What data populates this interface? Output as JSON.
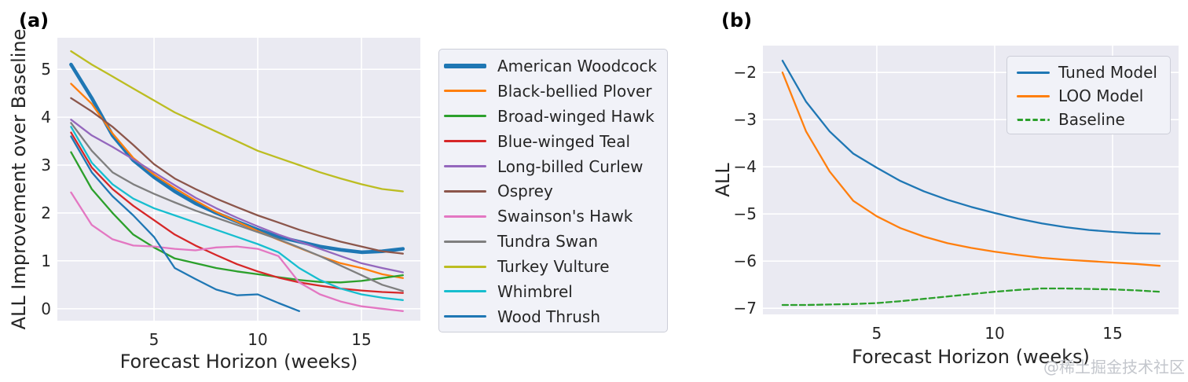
{
  "watermark": "@稀土掘金技术社区",
  "chart_data": [
    {
      "type": "line",
      "panel_label": "(a)",
      "xlabel": "Forecast Horizon (weeks)",
      "ylabel": "ALL Improvement over Baseline",
      "x": [
        1,
        2,
        3,
        4,
        5,
        6,
        7,
        8,
        9,
        10,
        11,
        12,
        13,
        14,
        15,
        16,
        17
      ],
      "xlim": [
        0.34,
        17.84
      ],
      "ylim": [
        -0.25,
        5.66
      ],
      "xticks": [
        {
          "v": 5,
          "label": "5"
        },
        {
          "v": 10,
          "label": "10"
        },
        {
          "v": 15,
          "label": "15"
        }
      ],
      "yticks": [
        {
          "v": 0,
          "label": "0"
        },
        {
          "v": 1,
          "label": "1"
        },
        {
          "v": 2,
          "label": "2"
        },
        {
          "v": 3,
          "label": "3"
        },
        {
          "v": 4,
          "label": "4"
        },
        {
          "v": 5,
          "label": "5"
        }
      ],
      "grid": true,
      "background": "#eaeaf2",
      "legend_position": "right-outside",
      "series": [
        {
          "name": "American Woodcock",
          "color": "#1f77b4",
          "width": 4.6,
          "values": [
            5.1,
            4.4,
            3.62,
            3.1,
            2.75,
            2.45,
            2.2,
            2.0,
            1.82,
            1.65,
            1.5,
            1.4,
            1.3,
            1.23,
            1.18,
            1.2,
            1.25
          ]
        },
        {
          "name": "Black-bellied Plover",
          "color": "#ff7f0e",
          "width": 2.3,
          "values": [
            4.7,
            4.28,
            3.66,
            3.15,
            2.8,
            2.52,
            2.26,
            2.02,
            1.82,
            1.62,
            1.44,
            1.27,
            1.1,
            0.95,
            0.85,
            0.72,
            0.64
          ]
        },
        {
          "name": "Broad-winged Hawk",
          "color": "#2ca02c",
          "width": 2.3,
          "values": [
            3.27,
            2.5,
            2.0,
            1.55,
            1.28,
            1.05,
            0.95,
            0.85,
            0.78,
            0.72,
            0.66,
            0.6,
            0.56,
            0.55,
            0.58,
            0.64,
            0.7
          ]
        },
        {
          "name": "Blue-winged Teal",
          "color": "#d62728",
          "width": 2.3,
          "values": [
            3.68,
            2.95,
            2.5,
            2.15,
            1.85,
            1.55,
            1.32,
            1.12,
            0.93,
            0.78,
            0.65,
            0.55,
            0.48,
            0.42,
            0.38,
            0.35,
            0.33
          ]
        },
        {
          "name": "Long-billed Curlew",
          "color": "#9467bd",
          "width": 2.3,
          "values": [
            3.95,
            3.62,
            3.38,
            3.12,
            2.85,
            2.58,
            2.32,
            2.1,
            1.9,
            1.72,
            1.55,
            1.4,
            1.25,
            1.1,
            0.95,
            0.85,
            0.76
          ]
        },
        {
          "name": "Osprey",
          "color": "#8c564b",
          "width": 2.3,
          "values": [
            4.4,
            4.12,
            3.8,
            3.42,
            3.02,
            2.72,
            2.5,
            2.3,
            2.12,
            1.95,
            1.8,
            1.65,
            1.52,
            1.4,
            1.3,
            1.2,
            1.15
          ]
        },
        {
          "name": "Swainson's Hawk",
          "color": "#e377c2",
          "width": 2.3,
          "values": [
            2.43,
            1.75,
            1.45,
            1.32,
            1.3,
            1.25,
            1.22,
            1.28,
            1.3,
            1.25,
            1.1,
            0.55,
            0.3,
            0.15,
            0.05,
            0.0,
            -0.05
          ]
        },
        {
          "name": "Tundra Swan",
          "color": "#7f7f7f",
          "width": 2.3,
          "values": [
            3.88,
            3.3,
            2.85,
            2.6,
            2.4,
            2.22,
            2.05,
            1.9,
            1.75,
            1.6,
            1.45,
            1.28,
            1.1,
            0.9,
            0.7,
            0.5,
            0.37
          ]
        },
        {
          "name": "Turkey Vulture",
          "color": "#bcbd22",
          "width": 2.3,
          "values": [
            5.38,
            5.1,
            4.85,
            4.6,
            4.35,
            4.1,
            3.9,
            3.7,
            3.5,
            3.3,
            3.15,
            3.0,
            2.85,
            2.72,
            2.6,
            2.5,
            2.45
          ]
        },
        {
          "name": "Whimbrel",
          "color": "#17becf",
          "width": 2.3,
          "values": [
            3.8,
            3.05,
            2.6,
            2.3,
            2.1,
            1.95,
            1.8,
            1.65,
            1.5,
            1.35,
            1.18,
            0.85,
            0.6,
            0.42,
            0.3,
            0.23,
            0.18
          ]
        },
        {
          "name": "Wood Thrush",
          "color": "#1f77b4",
          "width": 2.3,
          "values": [
            3.6,
            2.85,
            2.35,
            1.95,
            1.5,
            0.85,
            0.62,
            0.4,
            0.28,
            0.3,
            0.12,
            -0.05
          ]
        }
      ]
    },
    {
      "type": "line",
      "panel_label": "(b)",
      "xlabel": "Forecast Horizon (weeks)",
      "ylabel": "ALL",
      "x": [
        1,
        2,
        3,
        4,
        5,
        6,
        7,
        8,
        9,
        10,
        11,
        12,
        13,
        14,
        15,
        16,
        17
      ],
      "xlim": [
        0.17,
        17.8
      ],
      "ylim": [
        -7.13,
        -1.43
      ],
      "xticks": [
        {
          "v": 5,
          "label": "5"
        },
        {
          "v": 10,
          "label": "10"
        },
        {
          "v": 15,
          "label": "15"
        }
      ],
      "yticks": [
        {
          "v": -2,
          "label": "−2"
        },
        {
          "v": -3,
          "label": "−3"
        },
        {
          "v": -4,
          "label": "−4"
        },
        {
          "v": -5,
          "label": "−5"
        },
        {
          "v": -6,
          "label": "−6"
        },
        {
          "v": -7,
          "label": "−7"
        }
      ],
      "grid": true,
      "background": "#eaeaf2",
      "legend_position": "upper-right-inside",
      "series": [
        {
          "name": "Tuned Model",
          "color": "#1f77b4",
          "width": 2.3,
          "values": [
            -1.75,
            -2.62,
            -3.25,
            -3.72,
            -4.02,
            -4.3,
            -4.52,
            -4.7,
            -4.85,
            -4.98,
            -5.1,
            -5.2,
            -5.28,
            -5.34,
            -5.38,
            -5.41,
            -5.42
          ]
        },
        {
          "name": "LOO Model",
          "color": "#ff7f0e",
          "width": 2.3,
          "values": [
            -2.0,
            -3.25,
            -4.1,
            -4.72,
            -5.05,
            -5.3,
            -5.48,
            -5.62,
            -5.72,
            -5.8,
            -5.87,
            -5.93,
            -5.97,
            -6.0,
            -6.03,
            -6.06,
            -6.1
          ]
        },
        {
          "name": "Baseline",
          "color": "#2ca02c",
          "width": 2.3,
          "dash": "7 4",
          "values": [
            -6.93,
            -6.93,
            -6.92,
            -6.91,
            -6.89,
            -6.85,
            -6.8,
            -6.75,
            -6.7,
            -6.65,
            -6.61,
            -6.58,
            -6.58,
            -6.59,
            -6.6,
            -6.62,
            -6.65
          ]
        }
      ]
    }
  ]
}
